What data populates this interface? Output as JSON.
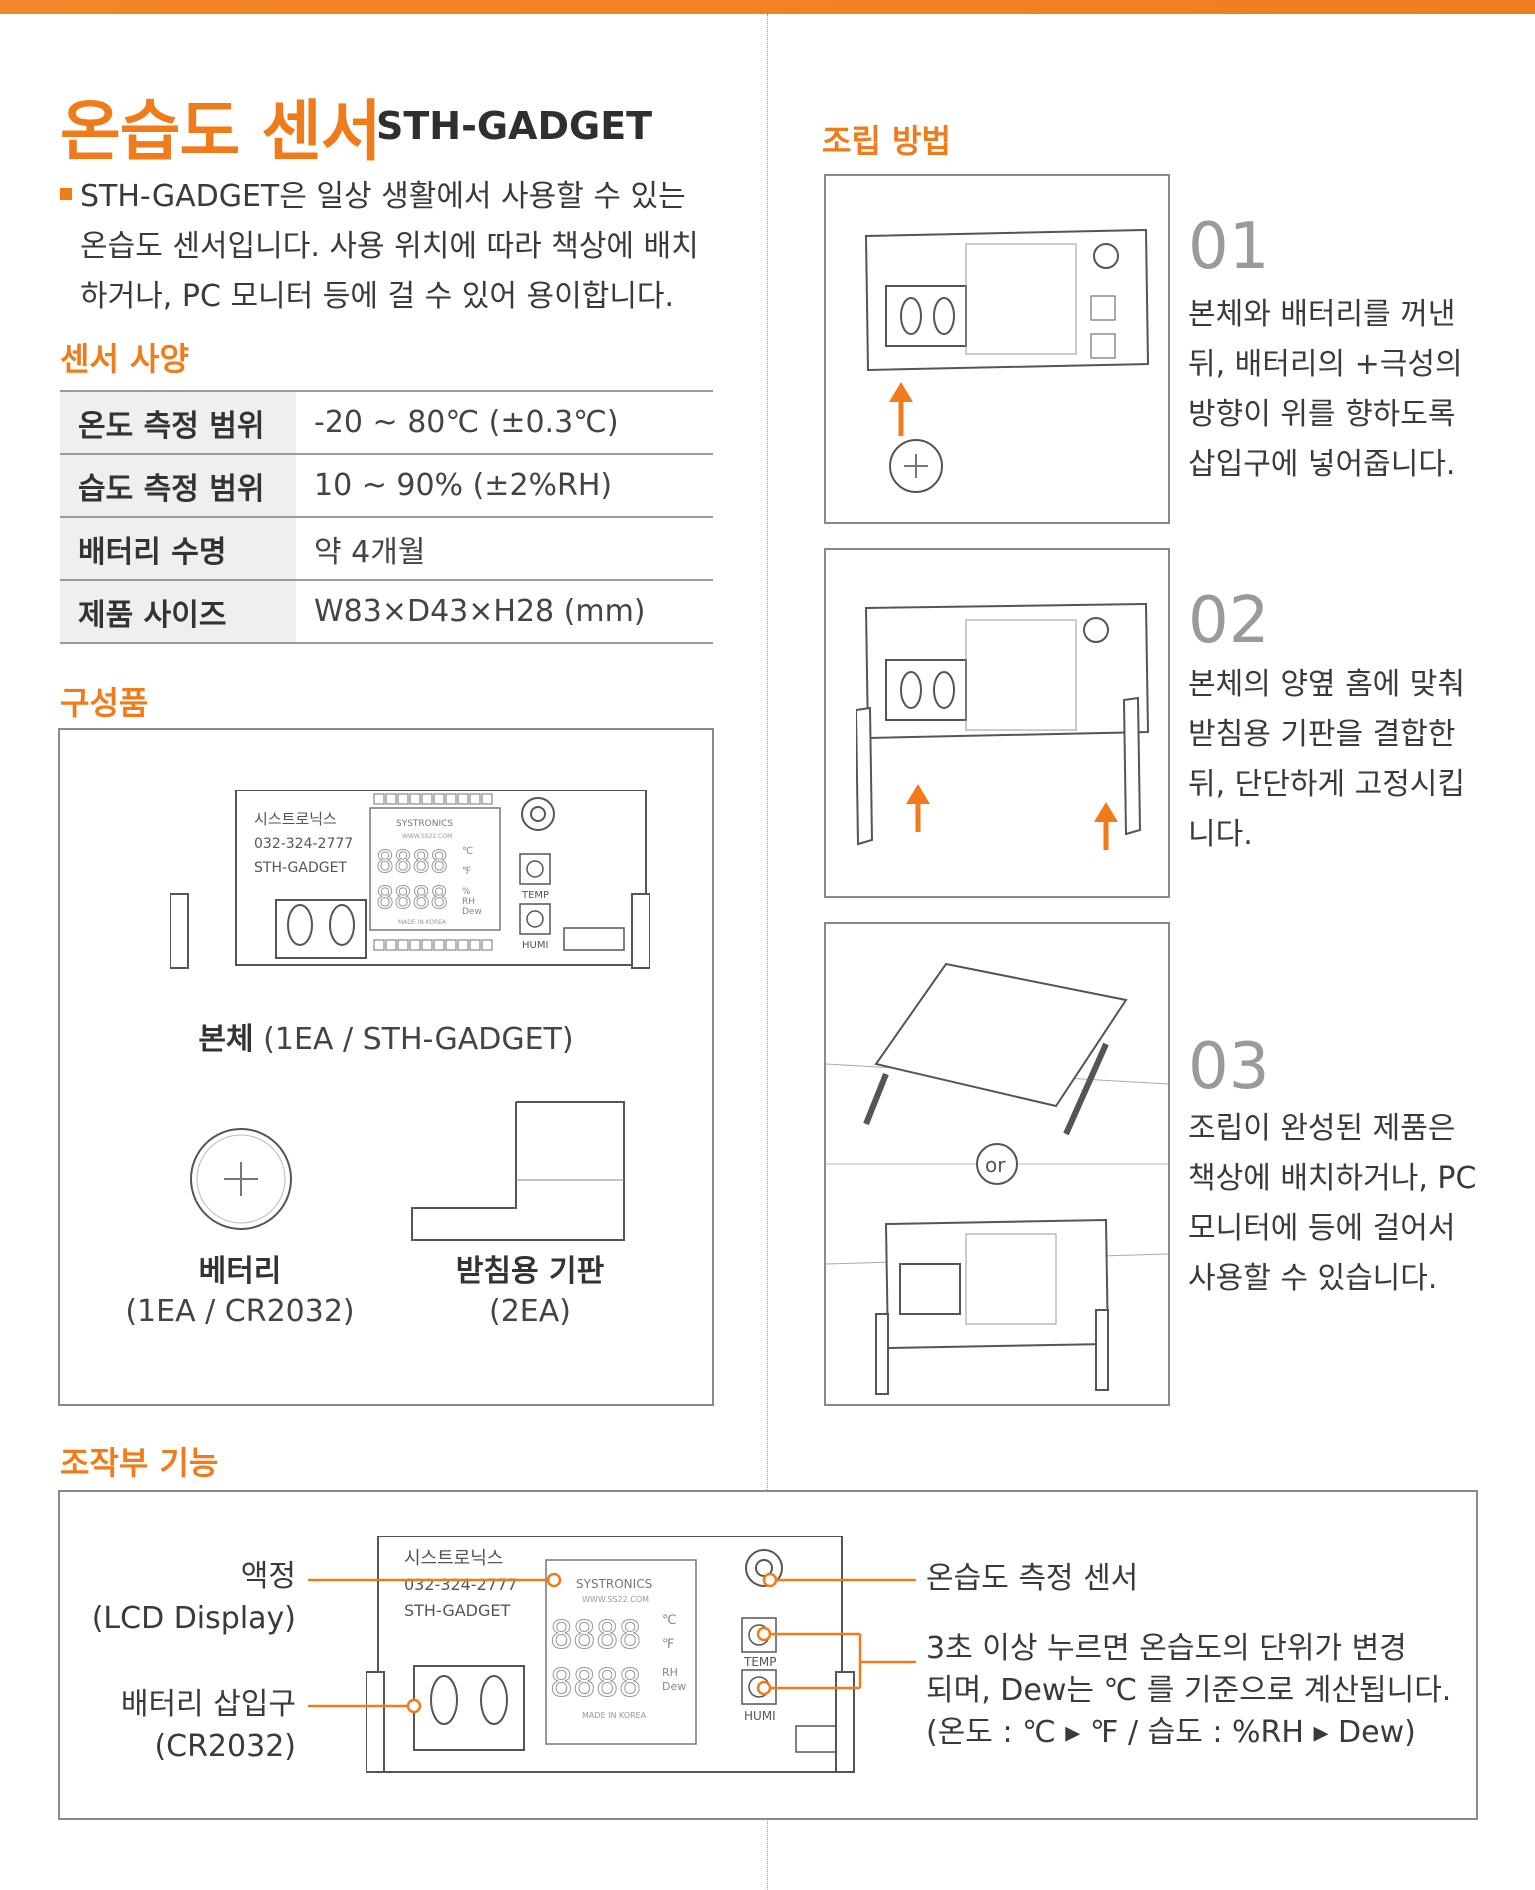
{
  "header": {
    "title": "온습도 센서",
    "model": "STH-GADGET",
    "intro_line1": "STH-GADGET은 일상 생활에서 사용할 수 있는",
    "intro_line2": "온습도 센서입니다. 사용 위치에 따라 책상에 배치",
    "intro_line3": "하거나, PC 모니터 등에 걸 수 있어 용이합니다."
  },
  "spec": {
    "title": "센서 사양",
    "rows": [
      {
        "key": "온도 측정 범위",
        "value": "-20 ~ 80℃ (±0.3℃)"
      },
      {
        "key": "습도 측정 범위",
        "value": "10 ~ 90% (±2%RH)"
      },
      {
        "key": "배터리 수명",
        "value": "약 4개월"
      },
      {
        "key": "제품 사이즈",
        "value": "W83×D43×H28 (mm)"
      }
    ]
  },
  "components": {
    "title": "구성품",
    "body_label_bold": "본체",
    "body_label_rest": " (1EA / STH-GADGET)",
    "battery_label": "베터리",
    "battery_sub": "(1EA / CR2032)",
    "stand_label": "받침용 기판",
    "stand_sub": "(2EA)"
  },
  "board": {
    "brand_kr": "시스트로닉스",
    "phone": "032-324-2777",
    "model": "STH-GADGET",
    "logo": "SYSTRONICS",
    "url": "WWW.SS22.COM",
    "made_in": "MADE IN KOREA",
    "btn_temp": "TEMP",
    "btn_humi": "HUMI",
    "unit_c": "℃",
    "unit_f": "℉",
    "unit_pct": "%",
    "unit_rh": "RH",
    "unit_dew": "Dew",
    "digits": "8888"
  },
  "assembly": {
    "title": "조립 방법",
    "steps": [
      {
        "num": "01",
        "l1": "본체와 배터리를 꺼낸",
        "l2": "뒤, 배터리의 +극성의",
        "l3": "방향이 위를 향하도록",
        "l4": "삽입구에 넣어줍니다."
      },
      {
        "num": "02",
        "l1": "본체의 양옆 홈에 맞춰",
        "l2": "받침용 기판을 결합한",
        "l3": "뒤, 단단하게 고정시킵",
        "l4": "니다."
      },
      {
        "num": "03",
        "l1": "조립이 완성된 제품은",
        "l2": "책상에 배치하거나, PC",
        "l3": "모니터에 등에 걸어서",
        "l4": "사용할 수 있습니다."
      }
    ],
    "or_label": "or"
  },
  "controls": {
    "title": "조작부 기능",
    "lcd_label": "액정",
    "lcd_sub": "(LCD Display)",
    "battery_slot": "배터리 삽입구",
    "battery_slot_sub": "(CR2032)",
    "sensor_label": "온습도 측정 센서",
    "button_desc_l1": "3초 이상 누르면 온습도의 단위가 변경",
    "button_desc_l2": "되며, Dew는 ℃ 를 기준으로 계산됩니다.",
    "button_desc_l3": "(온도 : ℃ ▸ ℉ / 습도 : %RH ▸ Dew)"
  },
  "colors": {
    "accent": "#ef7b1a",
    "border": "#8a8a8a",
    "text": "#3a3a3a"
  }
}
